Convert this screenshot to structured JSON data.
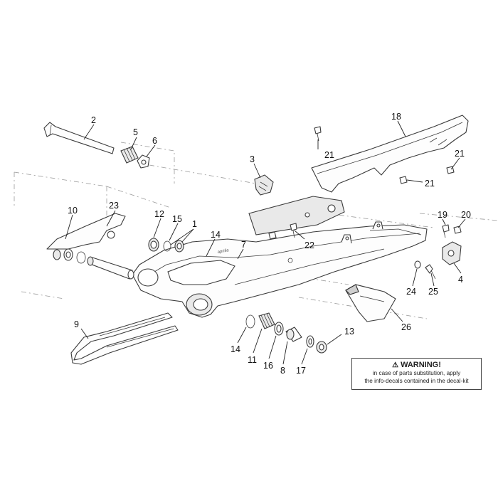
{
  "callouts": {
    "n1": "1",
    "n2": "2",
    "n3": "3",
    "n4": "4",
    "n5": "5",
    "n6": "6",
    "n7": "7",
    "n8": "8",
    "n9": "9",
    "n10": "10",
    "n11": "11",
    "n12": "12",
    "n13": "13",
    "n14a": "14",
    "n14b": "14",
    "n15": "15",
    "n16": "16",
    "n17": "17",
    "n18": "18",
    "n19": "19",
    "n20": "20",
    "n21a": "21",
    "n21b": "21",
    "n21c": "21",
    "n22": "22",
    "n23": "23",
    "n24": "24",
    "n25": "25",
    "n26": "26"
  },
  "warning": {
    "title": "WARNING!",
    "line1": "in case of parts substitution, apply",
    "line2": "the info-decals contained in the decal-kit"
  },
  "decal_text": "aprilia"
}
